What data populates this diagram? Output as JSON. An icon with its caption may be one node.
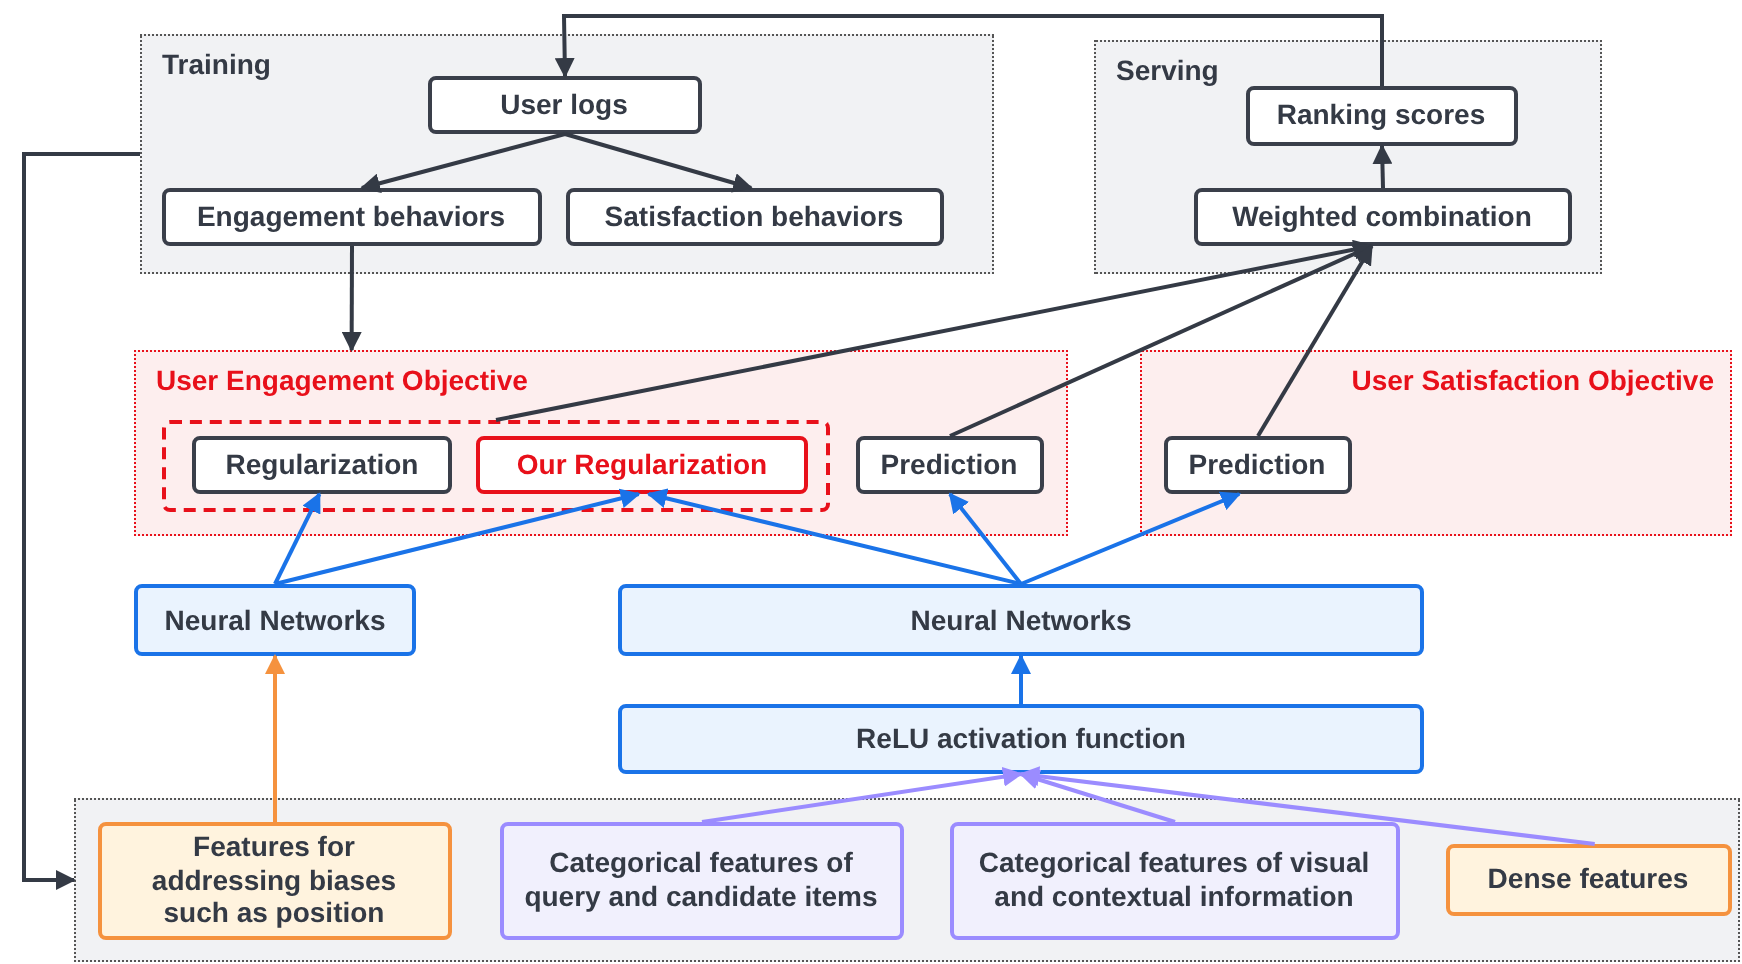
{
  "diagram": {
    "nodes": [
      {
        "text": [
          "Training"
        ]
      },
      {
        "text": [
          "User logs"
        ],
        "in": 0
      },
      {
        "text": [
          "Engagement behaviors"
        ],
        "in": 0
      },
      {
        "text": [
          "Satisfaction behaviors"
        ],
        "in": 0
      },
      {
        "text": [
          "Serving"
        ]
      },
      {
        "text": [
          "Ranking scores"
        ],
        "in": 4
      },
      {
        "text": [
          "Weighted combination"
        ],
        "in": 4
      },
      {
        "text": [
          "User Engagement Objective"
        ]
      },
      {
        "text": [],
        "shape": "box",
        "in": 7
      },
      {
        "text": [
          "Regularization"
        ],
        "in": 8
      },
      {
        "text": [
          "Our Regularization"
        ],
        "in": 8
      },
      {
        "text": [
          "Prediction"
        ],
        "in": 7
      },
      {
        "text": [
          "User Satisfaction Objective"
        ]
      },
      {
        "text": [
          "Prediction"
        ],
        "in": 12
      },
      {
        "text": [
          "Neural Networks"
        ]
      },
      {
        "text": [
          "Neural Networks"
        ]
      },
      {
        "text": [
          "ReLU activation function"
        ]
      },
      {
        "text": [],
        "shape": "box"
      },
      {
        "text": [
          "Features for addressing biases such as position"
        ],
        "in": 17
      },
      {
        "text": [
          "Categorical features of query and candidate items"
        ],
        "in": 17
      },
      {
        "text": [
          "Categorical features of visual and contextual information"
        ],
        "in": 17
      },
      {
        "text": [
          "Dense features"
        ],
        "in": 17
      }
    ],
    "edges": [
      {
        "from": 5,
        "to": 1,
        "arrow": "to"
      },
      {
        "from": 1,
        "to": 2,
        "arrow": "to"
      },
      {
        "from": 1,
        "to": 3,
        "arrow": "to"
      },
      {
        "from": 2,
        "to": 7,
        "arrow": "to"
      },
      {
        "from": 8,
        "to": 6,
        "arrow": "to"
      },
      {
        "from": 11,
        "to": 6,
        "arrow": "to"
      },
      {
        "from": 13,
        "to": 6,
        "arrow": "to"
      },
      {
        "from": 6,
        "to": 5,
        "arrow": "to"
      },
      {
        "from": 14,
        "to": 9,
        "arrow": "to",
        "color": "#1a73e8"
      },
      {
        "from": 14,
        "to": 10,
        "arrow": "to",
        "color": "#1a73e8"
      },
      {
        "from": 15,
        "to": 10,
        "arrow": "to",
        "color": "#1a73e8"
      },
      {
        "from": 15,
        "to": 11,
        "arrow": "to",
        "color": "#1a73e8"
      },
      {
        "from": 15,
        "to": 13,
        "arrow": "to",
        "color": "#1a73e8"
      },
      {
        "from": 16,
        "to": 15,
        "arrow": "to",
        "color": "#1a73e8"
      },
      {
        "from": 19,
        "to": 16,
        "arrow": "to",
        "color": "#9b8cff"
      },
      {
        "from": 20,
        "to": 16,
        "arrow": "to",
        "color": "#9b8cff"
      },
      {
        "from": 21,
        "to": 16,
        "arrow": "to",
        "color": "#9b8cff"
      },
      {
        "from": 18,
        "to": 14,
        "arrow": "to",
        "color": "#f5923e"
      },
      {
        "from": 0,
        "to": 17,
        "arrow": "to"
      }
    ]
  }
}
